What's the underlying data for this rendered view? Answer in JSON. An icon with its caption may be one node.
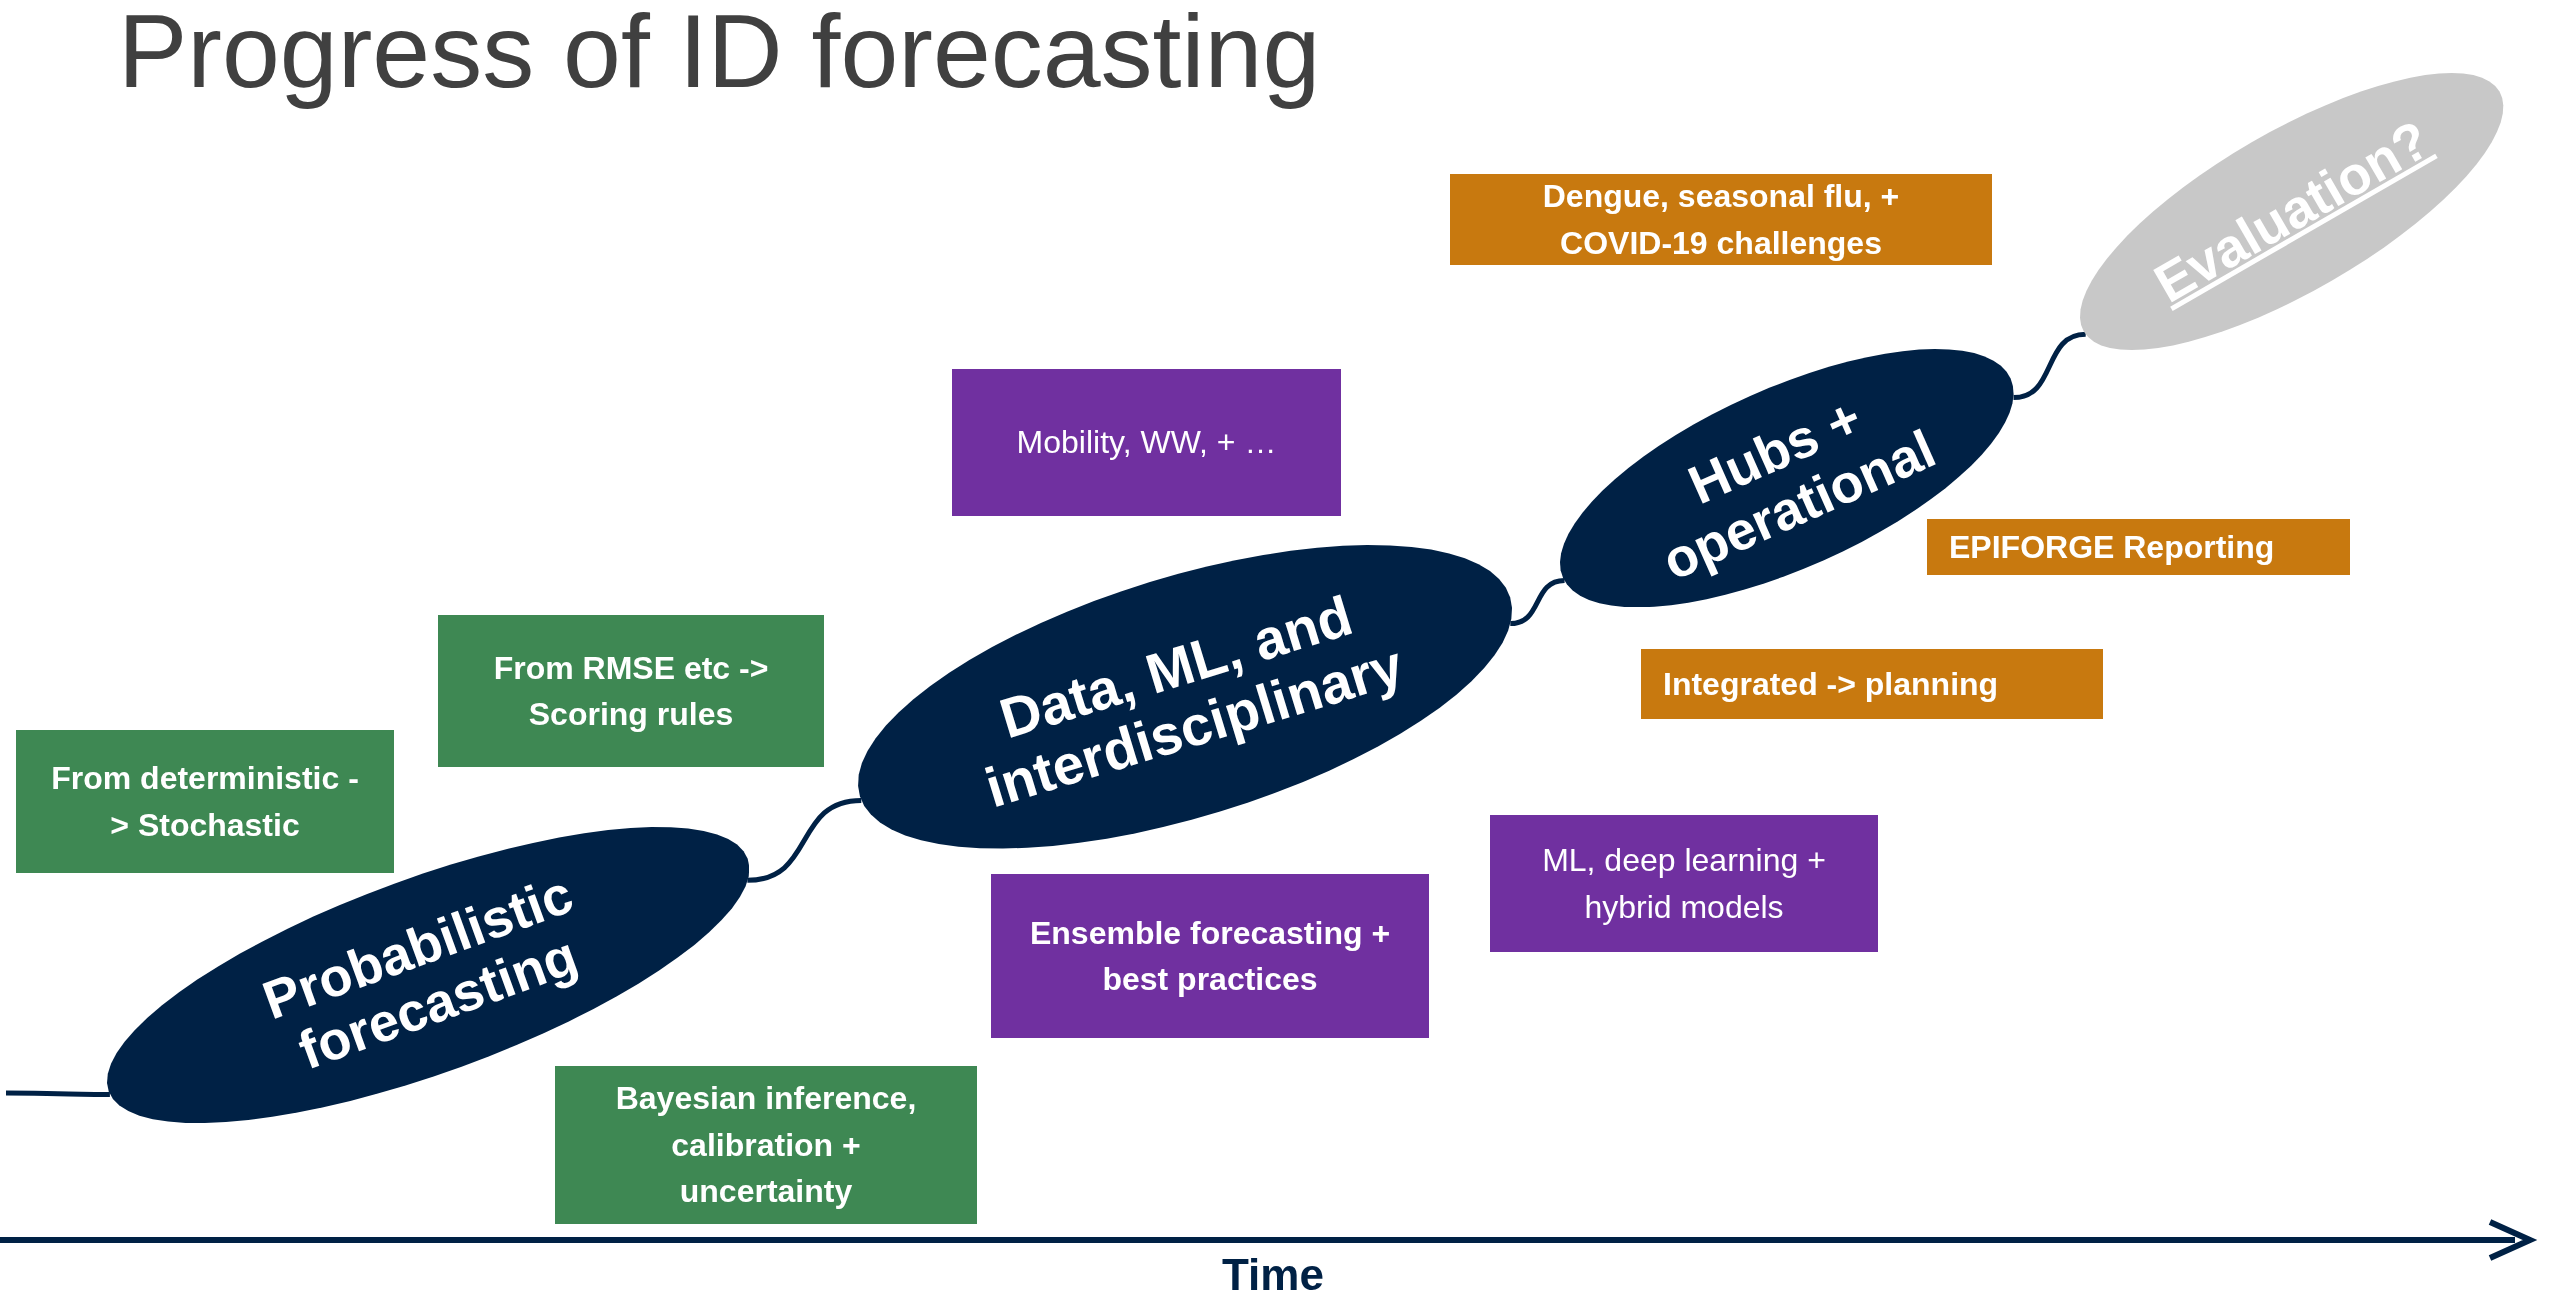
{
  "diagram": {
    "title": "Progress of ID forecasting",
    "nodes": [
      {
        "text": [
          "Probabilistic forecasting"
        ]
      },
      {
        "text": [
          "Data, ML, and interdisciplinary"
        ]
      },
      {
        "text": [
          "Hubs + operational"
        ]
      },
      {
        "text": [
          "Evaluation?"
        ]
      },
      {
        "text": [
          "From deterministic -> Stochastic"
        ]
      },
      {
        "text": [
          "From RMSE etc -> Scoring rules"
        ]
      },
      {
        "text": [
          "Bayesian inference, calibration + uncertainty"
        ]
      },
      {
        "text": [
          "Mobility, WW, + …"
        ]
      },
      {
        "text": [
          "Ensemble forecasting + best practices"
        ]
      },
      {
        "text": [
          "ML, deep learning + hybrid models"
        ]
      },
      {
        "text": [
          "Dengue, seasonal flu, + COVID-19 challenges"
        ]
      },
      {
        "text": [
          "EPIFORGE Reporting"
        ]
      },
      {
        "text": [
          "Integrated -> planning"
        ]
      }
    ],
    "edges": [
      {
        "from": null,
        "to": 0,
        "arrow": "none"
      },
      {
        "from": 0,
        "to": 1,
        "arrow": "none"
      },
      {
        "from": 1,
        "to": 2,
        "arrow": "none"
      },
      {
        "from": 2,
        "to": 3,
        "arrow": "none"
      }
    ],
    "labels": [
      "Time"
    ]
  }
}
